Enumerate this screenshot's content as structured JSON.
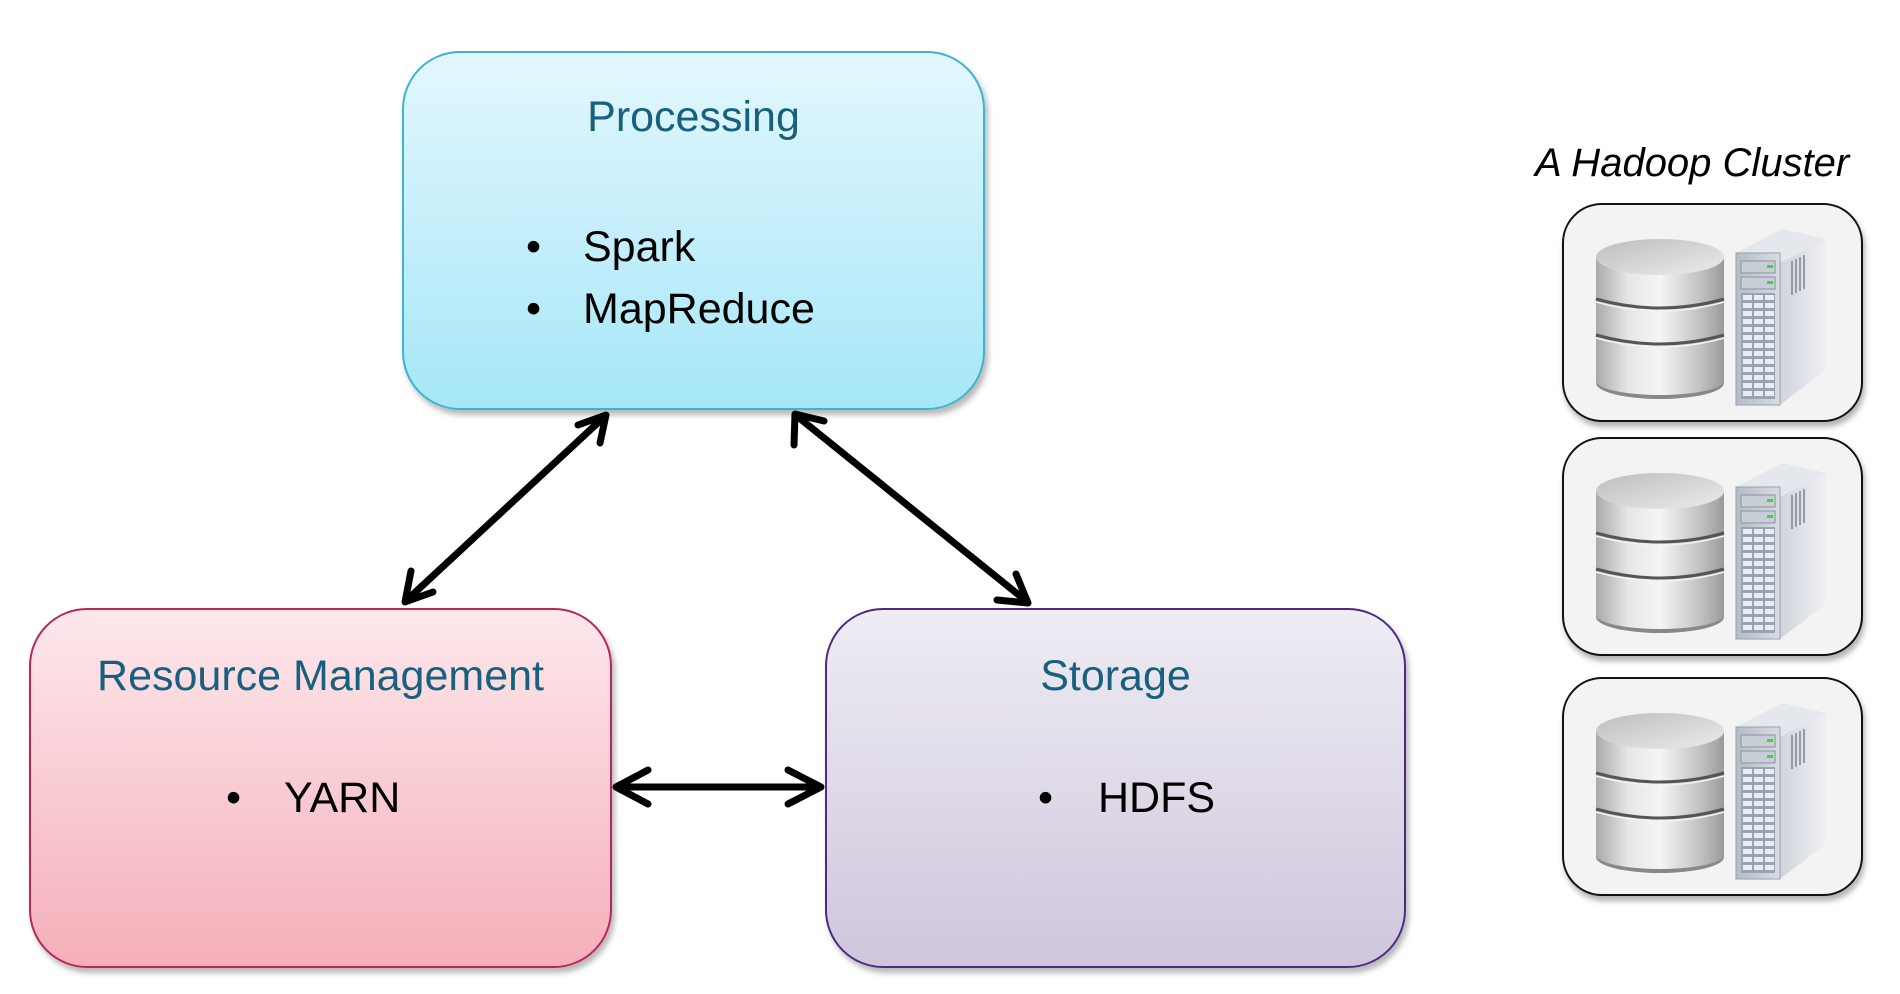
{
  "diagram": {
    "boxes": {
      "processing": {
        "title": "Processing",
        "items": [
          "Spark",
          "MapReduce"
        ],
        "border_color": "#3fb1d1",
        "fill_color": "#a6e7f8"
      },
      "resource_management": {
        "title": "Resource Management",
        "items": [
          "YARN"
        ],
        "border_color": "#b8265a",
        "fill_color": "#f5afba"
      },
      "storage": {
        "title": "Storage",
        "items": [
          "HDFS"
        ],
        "border_color": "#4f2a85",
        "fill_color": "#cfc6db"
      }
    },
    "bullet_symbol": "•",
    "title_color": "#17607e",
    "connections": [
      {
        "from": "processing",
        "to": "resource_management",
        "type": "bidirectional"
      },
      {
        "from": "processing",
        "to": "storage",
        "type": "bidirectional"
      },
      {
        "from": "resource_management",
        "to": "storage",
        "type": "bidirectional"
      }
    ],
    "cluster": {
      "label": "A Hadoop Cluster",
      "nodes": [
        {
          "icons": [
            "database-icon",
            "server-tower-icon"
          ]
        },
        {
          "icons": [
            "database-icon",
            "server-tower-icon"
          ]
        },
        {
          "icons": [
            "database-icon",
            "server-tower-icon"
          ]
        }
      ]
    }
  }
}
